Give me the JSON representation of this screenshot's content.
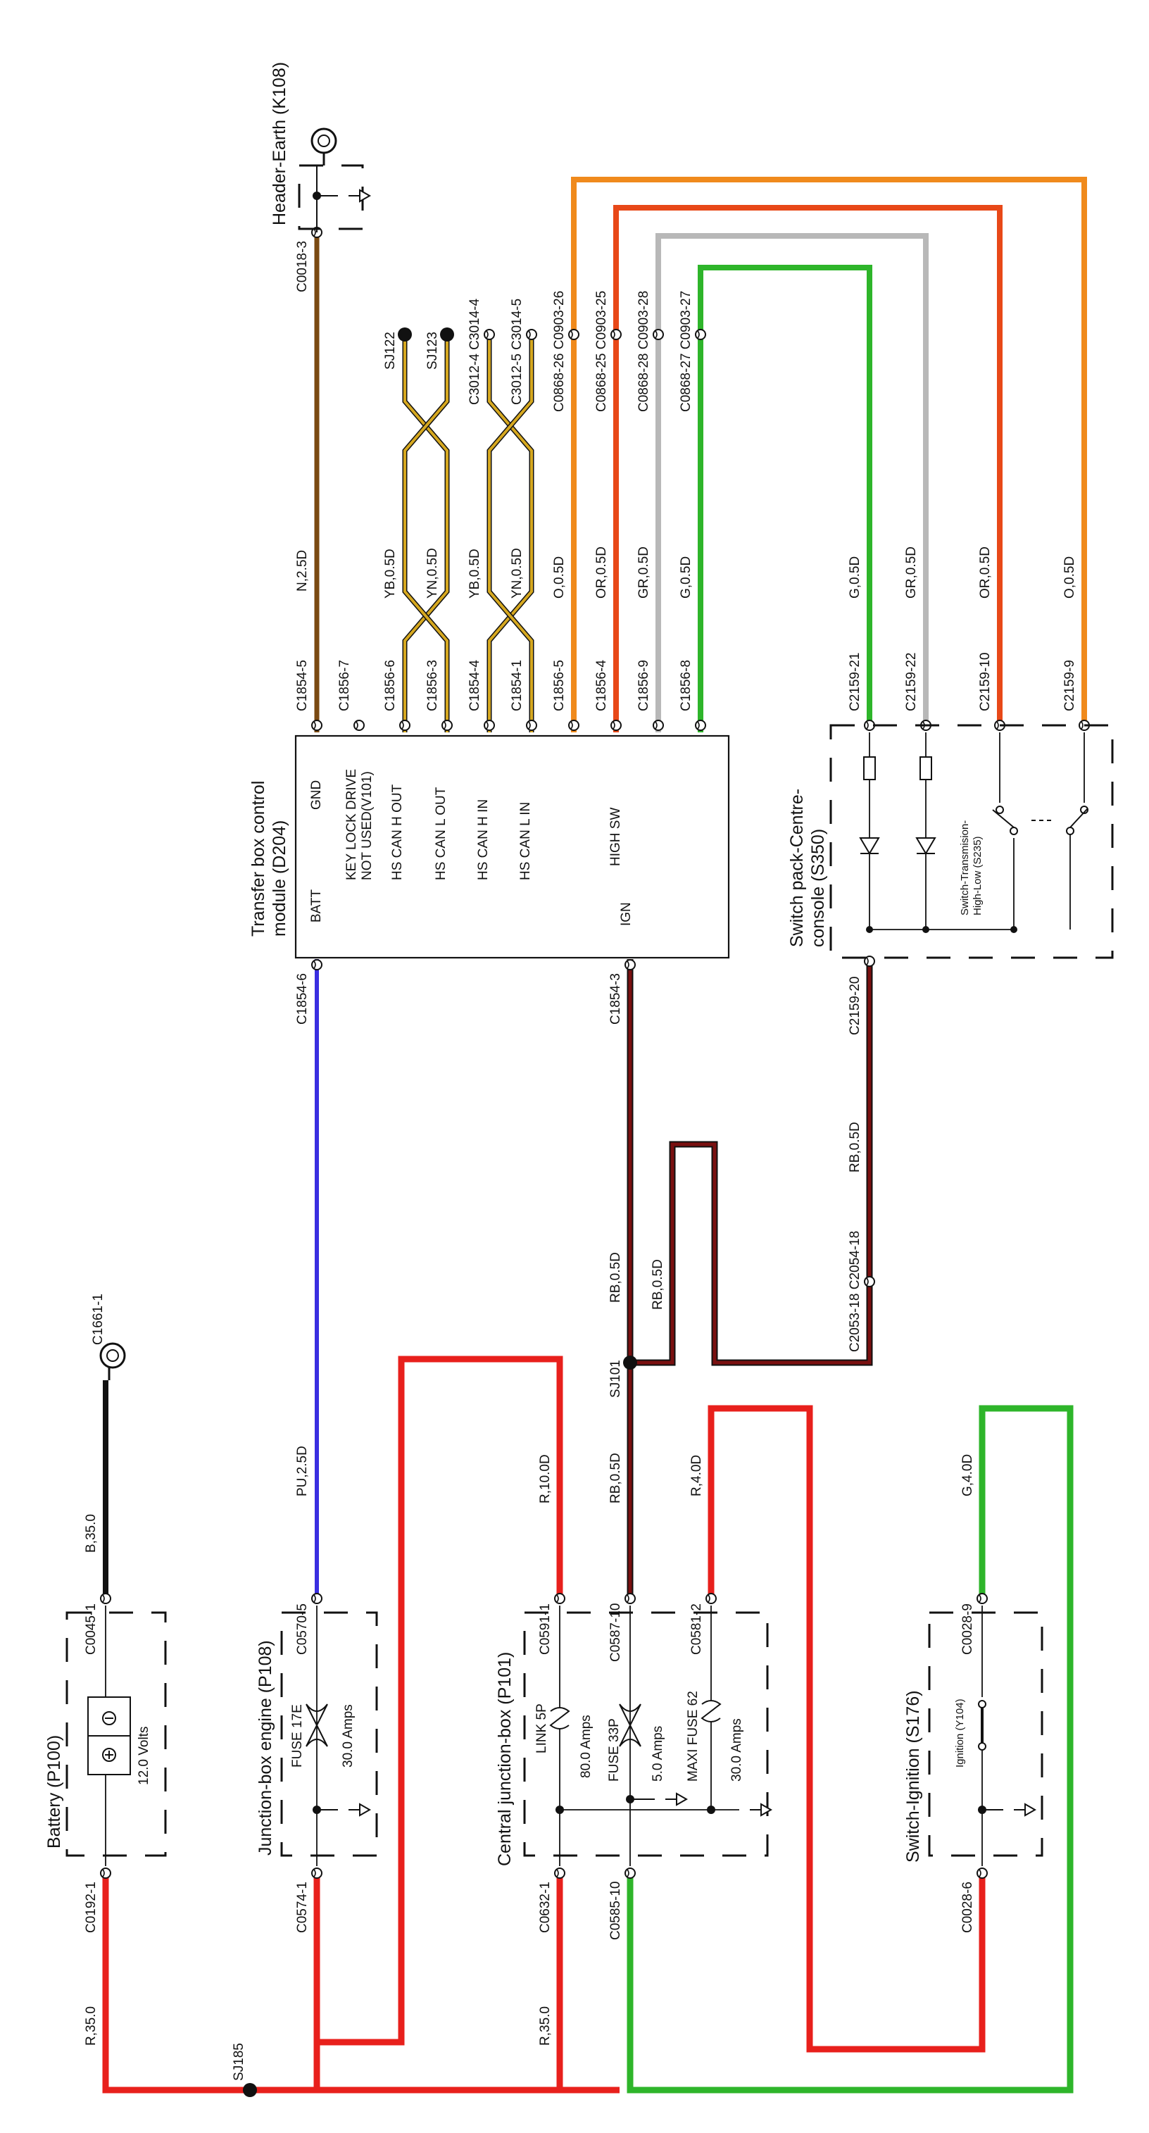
{
  "colors": {
    "red": "#e8201c",
    "blue": "#3a2ee0",
    "brown": "#7a4a12",
    "black": "#111111",
    "dark_red": "#7a1010",
    "orange": "#f08a1c",
    "orange_red": "#e84818",
    "grey": "#b8b8b8",
    "green": "#2eb52a",
    "twist_yellow": "#d6a820"
  },
  "components": {
    "header_earth": "Header-Earth (K108)",
    "transfer_module": [
      "Transfer box control",
      "module (D204)"
    ],
    "switch_pack": [
      "Switch pack-Centre-",
      "console (S350)"
    ],
    "switch_transmission": [
      "Switch-Transmision-",
      "High-Low (S235)"
    ],
    "battery": "Battery (P100)",
    "battery_voltage": "12.0 Volts",
    "junction_engine": "Junction-box engine (P108)",
    "central_junction": "Central junction-box (P101)",
    "switch_ignition": "Switch-Ignition (S176)",
    "ignition": "Ignition (Y104)"
  },
  "module_pins": [
    "BATT",
    "GND",
    "KEY LOCK DRIVE",
    "NOT USED(V101)",
    "HS CAN H OUT",
    "HS CAN L OUT",
    "HS CAN H IN",
    "HS CAN L IN",
    "HIGH SW",
    "IGN"
  ],
  "fuses": {
    "fuse17e": "FUSE 17E",
    "fuse17e_amps": "30.0 Amps",
    "link5p": "LINK 5P",
    "link5p_amps": "80.0 Amps",
    "fuse33p": "FUSE 33P",
    "fuse33p_amps": "5.0 Amps",
    "maxi62": "MAXI FUSE 62",
    "maxi62_amps": "30.0 Amps"
  },
  "connectors": {
    "C0018_3": "C0018-3",
    "C1854_5": "C1854-5",
    "C1856_7": "C1856-7",
    "C1856_6": "C1856-6",
    "C1856_3": "C1856-3",
    "C1854_4": "C1854-4",
    "C1854_1": "C1854-1",
    "C1856_5": "C1856-5",
    "C1856_4": "C1856-4",
    "C1856_9": "C1856-9",
    "C1856_8": "C1856-8",
    "SJ122": "SJ122",
    "SJ123": "SJ123",
    "C3012_4": "C3012-4 C3014-4",
    "C3012_5": "C3012-5 C3014-5",
    "C0868_26": "C0868-26 C0903-26",
    "C0868_25": "C0868-25 C0903-25",
    "C0868_28": "C0868-28 C0903-28",
    "C0868_27": "C0868-27 C0903-27",
    "C1854_6": "C1854-6",
    "C1854_3": "C1854-3",
    "C2159_21": "C2159-21",
    "C2159_22": "C2159-22",
    "C2159_10": "C2159-10",
    "C2159_9": "C2159-9",
    "C2159_20": "C2159-20",
    "C2053_18": "C2053-18 C2054-18",
    "SJ101": "SJ101",
    "SJ185": "SJ185",
    "C1661_1": "C1661-1",
    "C0045_1": "C0045-1",
    "C0192_1": "C0192-1",
    "C0570_5": "C0570-5",
    "C0574_1": "C0574-1",
    "C0591_1": "C0591-1",
    "C0587_10": "C0587-10",
    "C0581_2": "C0581-2",
    "C0632_1": "C0632-1",
    "C0585_10": "C0585-10",
    "C0028_9": "C0028-9",
    "C0028_6": "C0028-6"
  },
  "wires": {
    "N25D": "N,2.5D",
    "YB05D_a": "YB,0.5D",
    "YN05D_a": "YN,0.5D",
    "YB05D_b": "YB,0.5D",
    "YN05D_b": "YN,0.5D",
    "O05D": "O,0.5D",
    "OR05D": "OR,0.5D",
    "GR05D": "GR,0.5D",
    "G05D": "G,0.5D",
    "sw_G05D": "G,0.5D",
    "sw_GR05D": "GR,0.5D",
    "sw_OR05D": "OR,0.5D",
    "sw_O05D": "O,0.5D",
    "RB05D_a": "RB,0.5D",
    "RB05D_b": "RB,0.5D",
    "RB05D_c": "RB,0.5D",
    "RB05D_d": "RB,0.5D",
    "B350": "B,35.0",
    "R350_a": "R,35.0",
    "R350_b": "R,35.0",
    "PU25D": "PU,2.5D",
    "R100D": "R,10.0D",
    "R40D": "R,4.0D",
    "G40D": "G,4.0D"
  }
}
